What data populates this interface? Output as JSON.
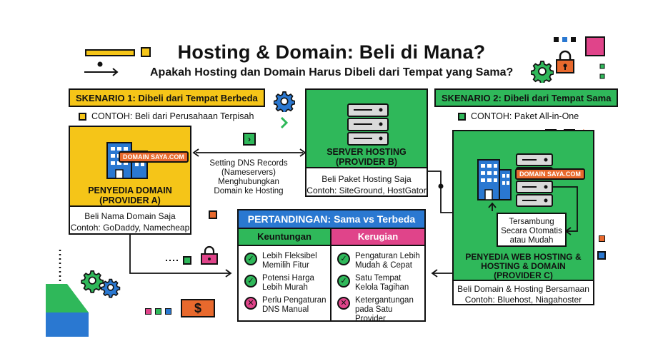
{
  "title": "Hosting & Domain: Beli di Mana?",
  "subtitle": "Apakah Hosting dan Domain Harus Dibeli dari Tempat yang Sama?",
  "scenario1": {
    "label": "SKENARIO 1: Dibeli dari Tempat Berbeda",
    "contoh": "CONTOH: Beli dari Perusahaan Terpisah",
    "domain_provider": {
      "sign": "DOMAIN SAYA.COM",
      "name": "PENYEDIA DOMAIN",
      "sub": "(PROVIDER A)",
      "desc1": "Beli Nama Domain Saja",
      "desc2": "Contoh: GoDaddy, Namecheap"
    },
    "dns_note": [
      "Setting DNS Records",
      "(Nameservers)",
      "Menghubungkan",
      "Domain ke Hosting"
    ],
    "server_hosting": {
      "name": "SERVER HOSTING",
      "sub": "(PROVIDER B)",
      "desc1": "Beli Paket Hosting Saja",
      "desc2": "Contoh: SiteGround, HostGator"
    }
  },
  "scenario2": {
    "label": "SKENARIO 2: Dibeli dari Tempat Sama",
    "contoh": "CONTOH: Paket All-in-One",
    "sign": "DOMAIN SAYA.COM",
    "connected": [
      "Tersambung",
      "Secara Otomatis",
      "atau Mudah"
    ],
    "provider_lines": [
      "PENYEDIA WEB HOSTING &",
      "HOSTING & DOMAIN",
      "(PROVIDER C)"
    ],
    "desc1": "Beli Domain & Hosting Bersamaan",
    "desc2": "Contoh: Bluehost, Niagahoster"
  },
  "comparison": {
    "title": "PERTANDINGAN: Sama vs Terbeda",
    "pros_label": "Keuntungan",
    "cons_label": "Kerugian",
    "pros": [
      {
        "l1": "Lebih Fleksibel",
        "l2": "Memilih Fitur"
      },
      {
        "l1": "Potensi Harga",
        "l2": "Lebih Murah"
      },
      {
        "l1": "Perlu Pengaturan",
        "l2": "DNS Manual"
      }
    ],
    "cons": [
      {
        "l1": "Pengaturan Lebih",
        "l2": "Mudah & Cepat"
      },
      {
        "l1": "Satu Tempat",
        "l2": "Kelola Tagihan"
      },
      {
        "l1": "Ketergantungan",
        "l2": "pada Satu Provider"
      }
    ]
  },
  "icons": {
    "check": "✓",
    "cross": "✕",
    "money": "$",
    "chevron": "›"
  },
  "colors": {
    "yellow": "#f5c518",
    "green": "#2fb85a",
    "blue": "#2a78d1",
    "pink": "#e0448a",
    "orange": "#e8692d"
  }
}
